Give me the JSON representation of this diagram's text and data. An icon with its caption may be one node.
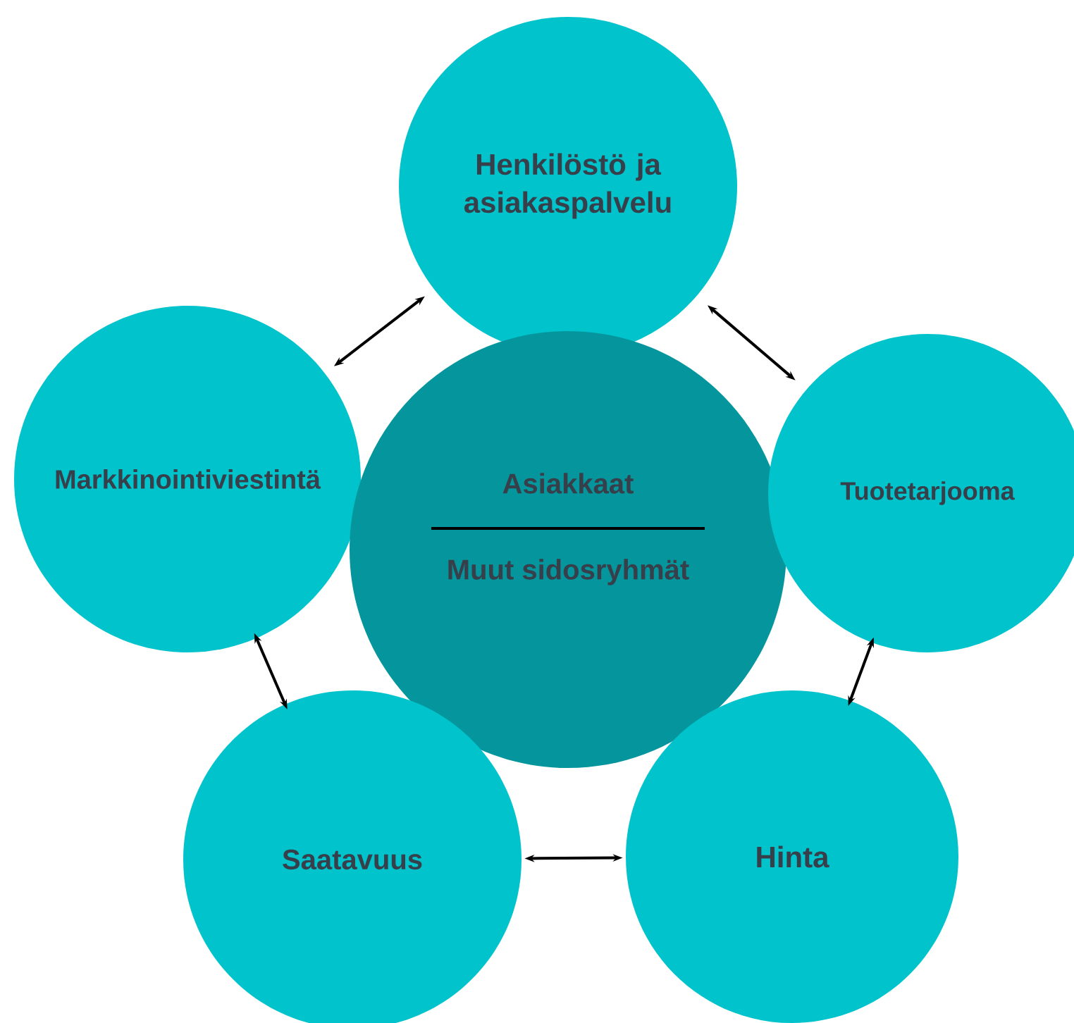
{
  "diagram": {
    "nodes": [
      {
        "text": [
          "Henkilöstö ja asiakaspalvelu"
        ]
      },
      {
        "text": [
          "Markkinointiviestintä"
        ]
      },
      {
        "text": [
          "Asiakkaat",
          "Muut sidosryhmät"
        ]
      },
      {
        "text": [
          "Tuotetarjooma"
        ]
      },
      {
        "text": [
          "Saatavuus"
        ]
      },
      {
        "text": [
          "Hinta"
        ]
      }
    ],
    "edges": [
      {
        "from": 0,
        "to": 1,
        "arrow": "both"
      },
      {
        "from": 0,
        "to": 3,
        "arrow": "both"
      },
      {
        "from": 1,
        "to": 4,
        "arrow": "both"
      },
      {
        "from": 3,
        "to": 5,
        "arrow": "both"
      },
      {
        "from": 4,
        "to": 5,
        "arrow": "both"
      }
    ]
  }
}
